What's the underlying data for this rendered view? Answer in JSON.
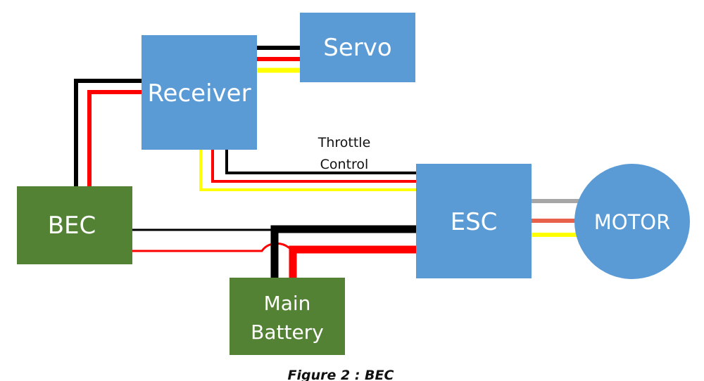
{
  "diagram": {
    "caption": "Figure 2 : BEC",
    "colors": {
      "blue_block": "#5b9bd5",
      "green_block": "#548235",
      "wire_black": "#000000",
      "wire_red": "#ff0000",
      "wire_yellow": "#ffff00",
      "wire_gray": "#a6a6a6",
      "wire_orange": "#e8614a"
    },
    "nodes": {
      "receiver": {
        "label": "Receiver",
        "type": "blue"
      },
      "servo": {
        "label": "Servo",
        "type": "blue"
      },
      "bec": {
        "label": "BEC",
        "type": "green"
      },
      "esc": {
        "label": "ESC",
        "type": "blue"
      },
      "motor": {
        "label": "MOTOR",
        "type": "blue-circle"
      },
      "battery": {
        "label_line1": "Main",
        "label_line2": "Battery",
        "type": "green"
      }
    },
    "annotations": {
      "throttle_line1": "Throttle",
      "throttle_line2": "Control"
    },
    "connections": [
      {
        "from": "receiver",
        "to": "servo",
        "wires": [
          "black",
          "red",
          "yellow"
        ]
      },
      {
        "from": "bec",
        "to": "receiver",
        "wires": [
          "black",
          "red"
        ]
      },
      {
        "from": "receiver",
        "to": "esc",
        "wires": [
          "black",
          "red",
          "yellow"
        ],
        "label": "Throttle Control"
      },
      {
        "from": "bec",
        "to": "esc",
        "wires": [
          "black",
          "red"
        ]
      },
      {
        "from": "battery",
        "to": "esc",
        "wires": [
          "black",
          "red"
        ]
      },
      {
        "from": "esc",
        "to": "motor",
        "wires": [
          "gray",
          "orange",
          "yellow"
        ]
      }
    ]
  }
}
